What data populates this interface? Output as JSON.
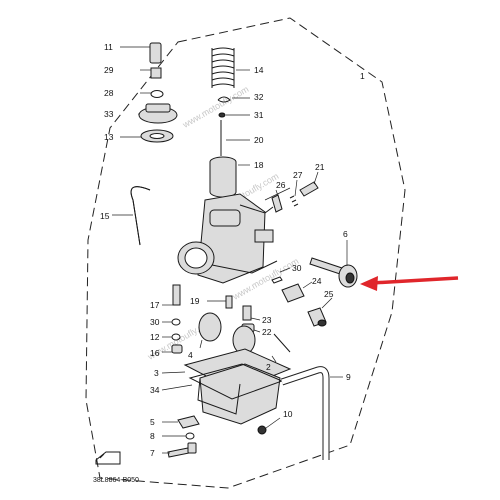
{
  "diagram": {
    "drawing_code": "38L8864-B050",
    "watermark": "www.motoufly.com",
    "arrow_color": "#e0262b",
    "highlighted_part": "6",
    "callouts": {
      "c1": "1",
      "c2": "2",
      "c3": "3",
      "c4": "4",
      "c5": "5",
      "c6": "6",
      "c7": "7",
      "c8": "8",
      "c9": "9",
      "c10": "10",
      "c11": "11",
      "c12": "12",
      "c13": "13",
      "c14": "14",
      "c15": "15",
      "c16": "16",
      "c17": "17",
      "c18": "18",
      "c19": "19",
      "c20": "20",
      "c21": "21",
      "c22": "22",
      "c23": "23",
      "c24": "24",
      "c25": "25",
      "c26": "26",
      "c27": "27",
      "c28": "28",
      "c29": "29",
      "c30a": "30",
      "c30b": "30",
      "c31": "31",
      "c32": "32",
      "c33": "33",
      "c34": "34"
    }
  }
}
